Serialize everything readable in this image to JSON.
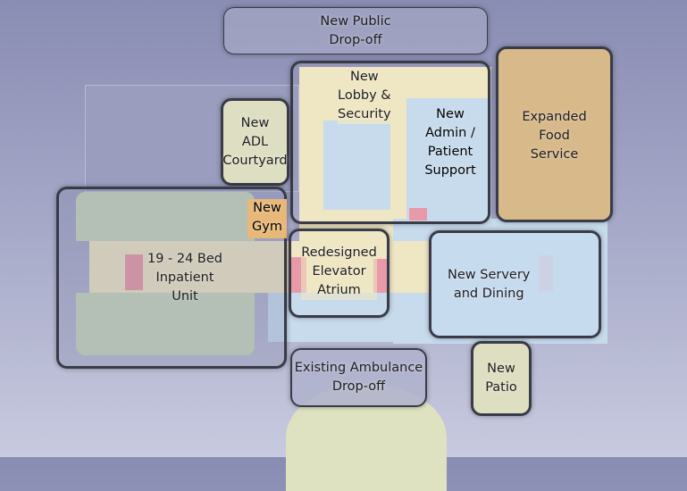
{
  "zones": {
    "public_dropoff": "New Public\nDrop-off",
    "lobby": "New\nLobby &\nSecurity",
    "adl_courtyard": "New\nADL\nCourtyard",
    "admin": "New\nAdmin /\nPatient\nSupport",
    "food_service": "Expanded\nFood\nService",
    "gym": "New\nGym",
    "inpatient": "19 - 24 Bed\nInpatient\nUnit",
    "elevator_atrium": "Redesigned\nElevator\nAtrium",
    "servery": "New Servery\nand Dining",
    "ambulance": "Existing Ambulance\nDrop-off",
    "patio": "New Patio"
  },
  "colors": {
    "background_top": "#8a8db3",
    "zone_border": "#3a3b48",
    "food": "#d8b98a"
  }
}
